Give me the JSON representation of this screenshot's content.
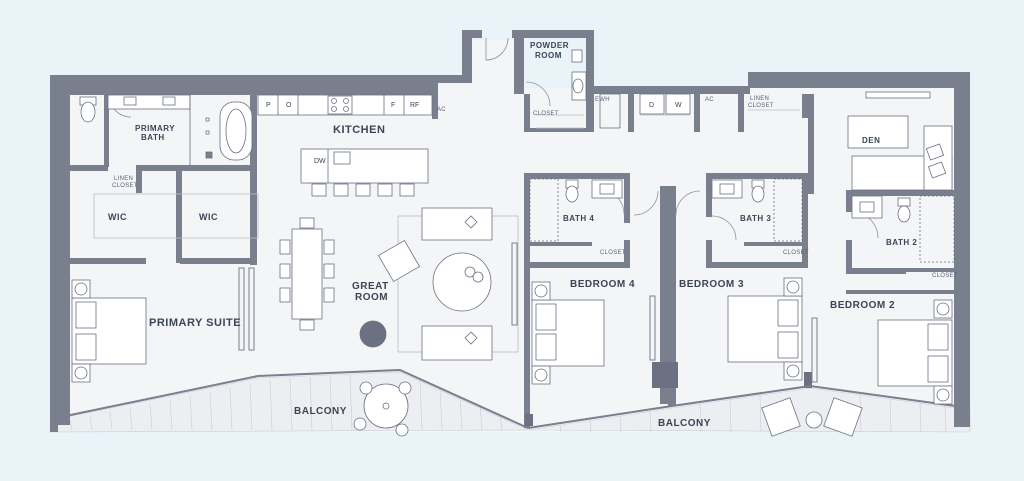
{
  "labels": {
    "powder_room_1": "POWDER",
    "powder_room_2": "ROOM",
    "kitchen": "KITCHEN",
    "primary_bath_1": "PRIMARY",
    "primary_bath_2": "BATH",
    "linen_closet_1": "LINEN",
    "linen_closet_2": "CLOSET",
    "linen_closet_top_1": "LINEN",
    "linen_closet_top_2": "CLOSET",
    "wic_left": "WIC",
    "wic_right": "WIC",
    "great_room_1": "GREAT",
    "great_room_2": "ROOM",
    "primary_suite": "PRIMARY SUITE",
    "balcony_left": "BALCONY",
    "balcony_right": "BALCONY",
    "bath_4": "BATH 4",
    "bath_3": "BATH 3",
    "bath_2": "BATH 2",
    "bedroom_4": "BEDROOM 4",
    "bedroom_3": "BEDROOM 3",
    "bedroom_2": "BEDROOM 2",
    "den": "DEN",
    "closet_powder": "CLOSET",
    "closet_bath4": "CLOSET",
    "closet_bath3": "CLOSET",
    "closet_bath2": "CLOSET",
    "ewh": "EWH",
    "ac_kitchen": "AC",
    "ac_laundry": "AC",
    "appl_p": "P",
    "appl_o": "O",
    "appl_f": "F",
    "appl_rf": "RF",
    "appl_dw": "DW",
    "appl_d": "D",
    "appl_w": "W"
  },
  "colors": {
    "background": "#e9f3f8",
    "floor": "#f4f5f7",
    "wall": "#7a7f8e",
    "text": "#3d4457",
    "furniture_stroke": "#6b7082",
    "column": "#6b7082"
  }
}
